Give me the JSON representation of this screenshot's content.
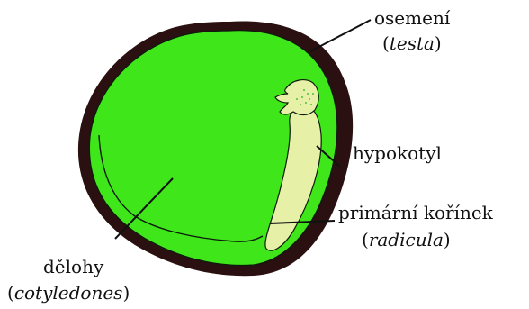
{
  "labels": {
    "testa": {
      "name": "osemení",
      "latin": "testa"
    },
    "hypocotyl": {
      "name": "hypokotyl"
    },
    "radicle": {
      "name": "primární kořínek",
      "latin": "radicula"
    },
    "cotyledons": {
      "name": "dělohy",
      "latin": "cotyledones"
    }
  },
  "colors": {
    "seed_coat": "#2a1010",
    "cotyledon": "#3ee61a",
    "embryo_axis": "#e6f0a6",
    "outline": "#0d1a0d",
    "leader_line": "#111111"
  }
}
